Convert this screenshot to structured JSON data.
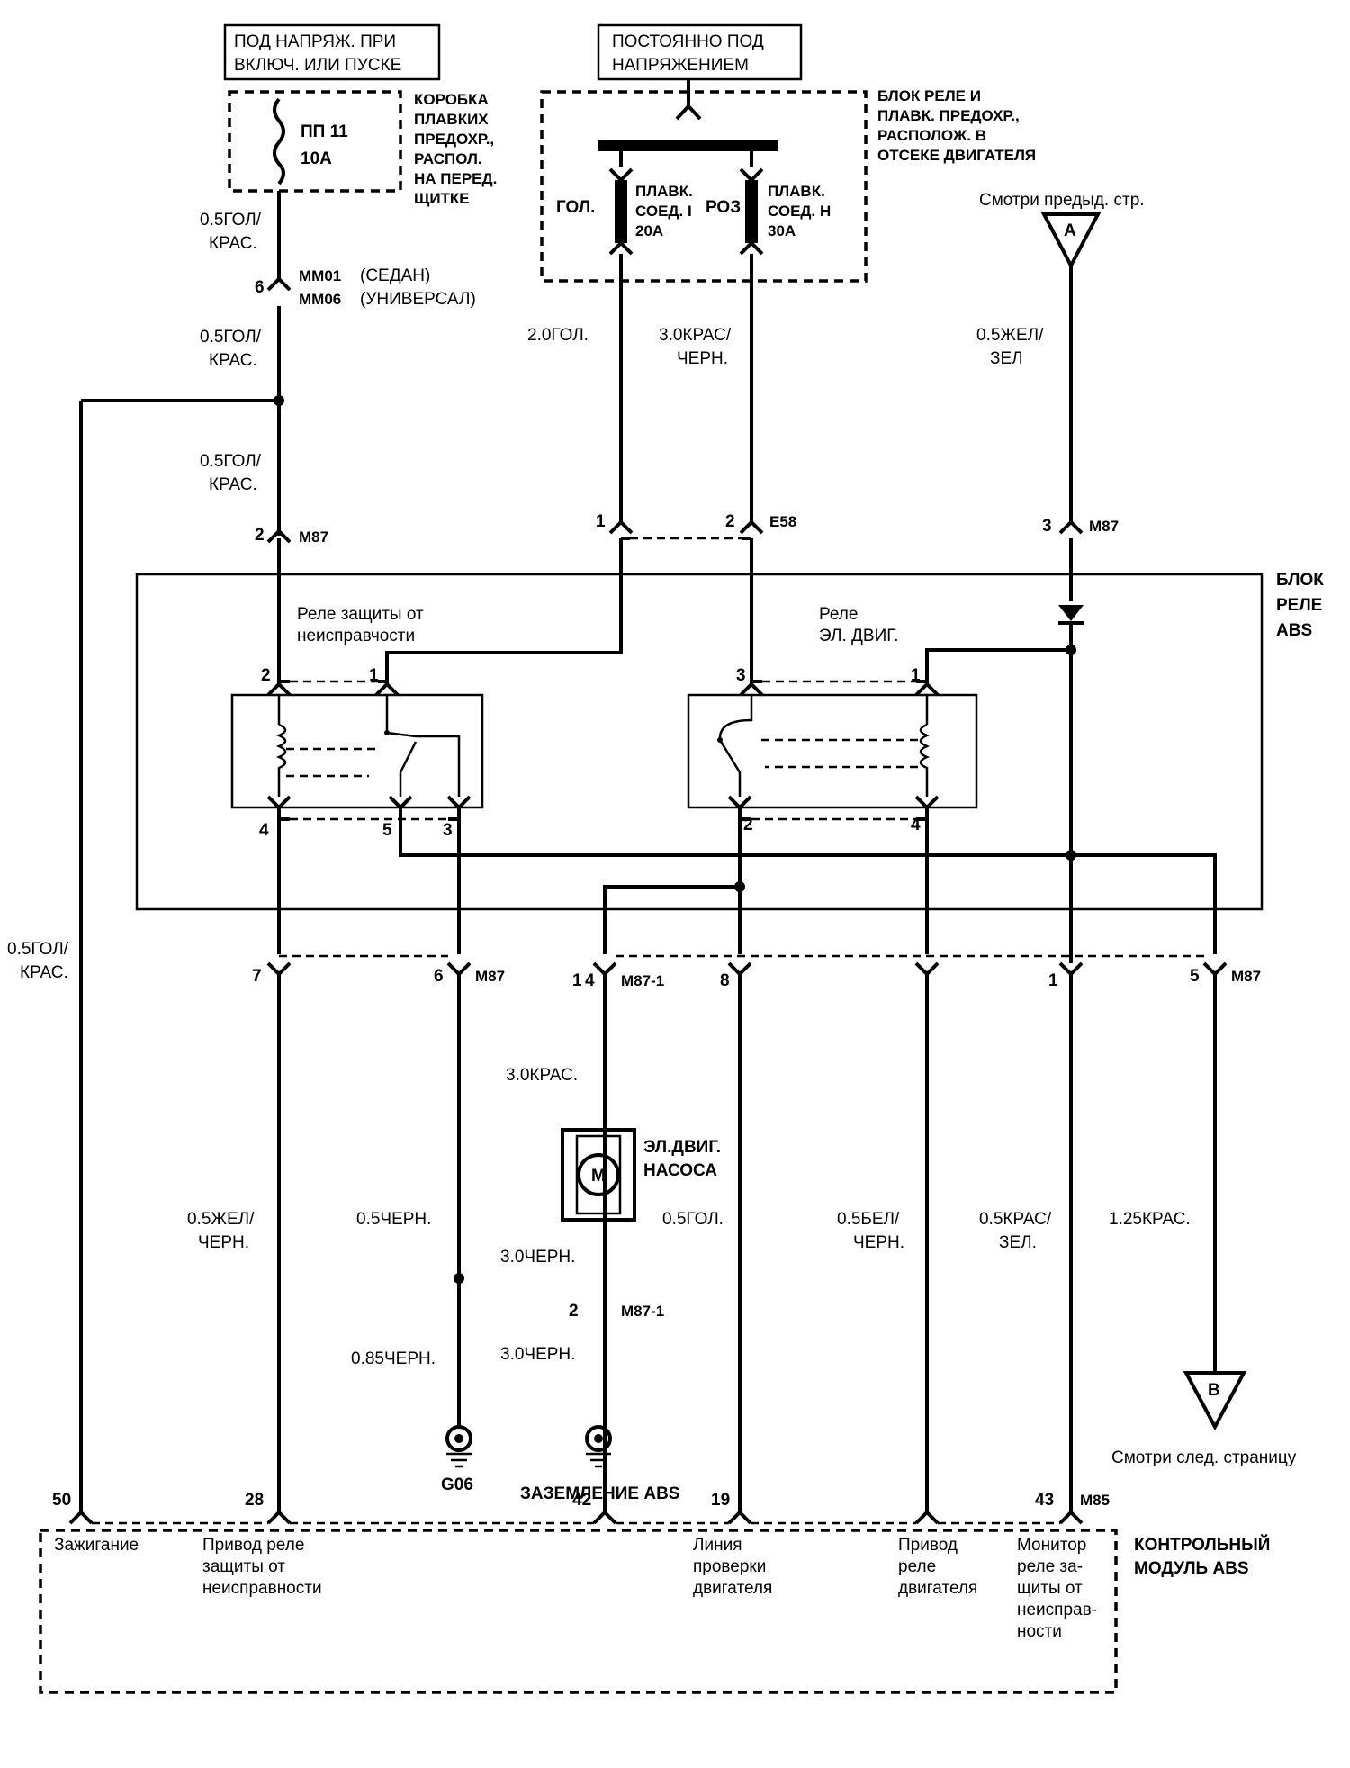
{
  "header": {
    "ign_line1": "ПОД НАПРЯЖ. ПРИ",
    "ign_line2": "ВКЛЮЧ. ИЛИ ПУСКЕ",
    "bat_line1": "ПОСТОЯННО ПОД",
    "bat_line2": "НАПРЯЖЕНИЕМ"
  },
  "fuse_box": {
    "l1": "КОРОБКА",
    "l2": "ПЛАВКИХ",
    "l3": "ПРЕДОХР.,",
    "l4": "РАСПОЛ.",
    "l5": "НА ПЕРЕД.",
    "l6": "ЩИТКЕ",
    "fuse_name": "ПП 11",
    "fuse_rating": "10А"
  },
  "relay_fuse_block": {
    "l1": "БЛОК РЕЛЕ И",
    "l2": "ПЛАВК. ПРЕДОХР.,",
    "l3": "РАСПОЛОЖ. В",
    "l4": "ОТСЕКЕ ДВИГАТЕЛЯ",
    "link1_color": "ГОЛ.",
    "link1_l1": "ПЛАВК.",
    "link1_l2": "СОЕД. I",
    "link1_rating": "20А",
    "link2_color": "РОЗ",
    "link2_l1": "ПЛАВК.",
    "link2_l2": "СОЕД. Н",
    "link2_rating": "30А"
  },
  "ref_a": {
    "text": "Смотри предыд. стр.",
    "letter": "A"
  },
  "ref_b": {
    "text": "Смотри след. страницу",
    "letter": "B"
  },
  "connectors": {
    "mm01": "ММ01",
    "mm01_note": "(СЕДАН)",
    "mm06": "ММ06",
    "mm06_note": "(УНИВЕРСАЛ)",
    "m87": "M87",
    "e58": "E58",
    "m87_1": "M87-1",
    "m85": "M85",
    "pin_6": "6",
    "pin_2": "2",
    "pin_1": "1",
    "pin_3": "3",
    "pin_4": "4",
    "pin_5": "5",
    "pin_7": "7",
    "pin_8": "8",
    "pin_50": "50",
    "pin_28": "28",
    "pin_42": "42",
    "pin_19": "19",
    "pin_43": "43"
  },
  "wires": {
    "w1a": "0.5ГОЛ/",
    "w1b": "КРАС.",
    "w2": "2.0ГОЛ.",
    "w3a": "3.0КРАС/",
    "w3b": "ЧЕРН.",
    "w4a": "0.5ЖЕЛ/",
    "w4b": "ЗЕЛ",
    "w_left_a": "0.5ГОЛ/",
    "w_left_b": "КРАС.",
    "w5a": "0.5ЖЕЛ/",
    "w5b": "ЧЕРН.",
    "w6": "0.5ЧЕРН.",
    "w7": "0.85ЧЕРН.",
    "w8": "3.0КРАС.",
    "w9": "3.0ЧЕРН.",
    "w10": "3.0ЧЕРН.",
    "w11": "0.5ГОЛ.",
    "w12a": "0.5БЕЛ/",
    "w12b": "ЧЕРН.",
    "w13a": "0.5КРАС/",
    "w13b": "ЗЕЛ.",
    "w14": "1.25КРАС."
  },
  "abs_relay_block": {
    "l1": "БЛОК",
    "l2": "РЕЛЕ",
    "l3": "ABS",
    "relay1_l1": "Реле защиты от",
    "relay1_l2": "неисправчости",
    "relay2_l1": "Реле",
    "relay2_l2": "ЭЛ. ДВИГ."
  },
  "motor": {
    "symbol": "M",
    "l1": "ЭЛ.ДВИГ.",
    "l2": "НАСОСА"
  },
  "grounds": {
    "g06": "G06",
    "abs_ground": "ЗАЗЕМЛЕНИЕ ABS"
  },
  "module": {
    "title1": "КОНТРОЛЬНЫЙ",
    "title2": "МОДУЛЬ ABS",
    "p50": "Зажигание",
    "p28_1": "Привод реле",
    "p28_2": "защиты от",
    "p28_3": "неисправности",
    "p42_1": "Линия",
    "p42_2": "проверки",
    "p42_3": "двигателя",
    "p19_1": "Привод",
    "p19_2": "реле",
    "p19_3": "двигателя",
    "p43_1": "Монитор",
    "p43_2": "реле за-",
    "p43_3": "щиты от",
    "p43_4": "неисправ-",
    "p43_5": "ности"
  }
}
